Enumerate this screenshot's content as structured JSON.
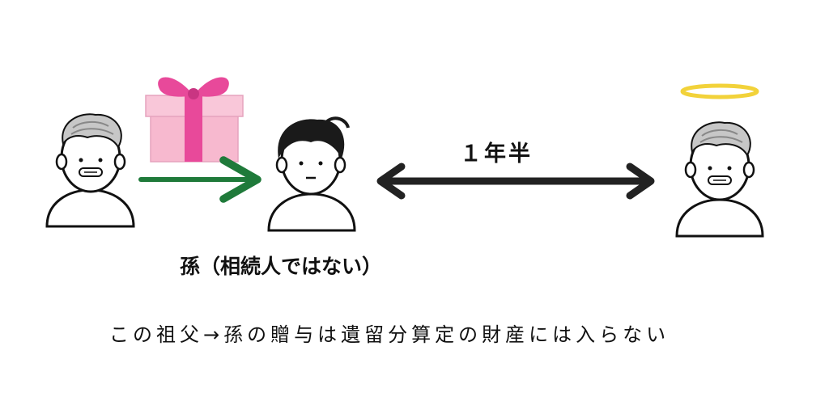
{
  "labels": {
    "duration": "１年半",
    "grandchild": "孫（相続人ではない）",
    "caption": "この祖父→孫の贈与は遺留分算定の財産には入らない"
  },
  "colors": {
    "gift_arrow": "#1f7a3a",
    "double_arrow": "#222222",
    "gift_box": "#f7b9cf",
    "gift_ribbon": "#e8499a",
    "halo": "#f2d23a",
    "outline": "#111111",
    "hair_gray": "#c7c7c7",
    "hair_black": "#1a1a1a"
  }
}
